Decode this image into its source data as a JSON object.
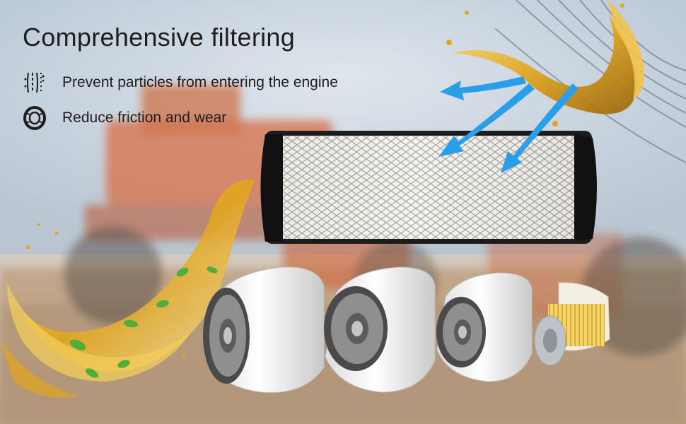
{
  "headline": "Comprehensive filtering",
  "features": [
    {
      "icon": "particles-icon",
      "text": "Prevent particles from entering the engine"
    },
    {
      "icon": "tire-icon",
      "text": "Reduce friction and wear"
    }
  ],
  "colors": {
    "arrow": "#2b9ee8",
    "oil": "#e2a51c",
    "leaf": "#4fae3a",
    "tractor": "#d0653a"
  }
}
